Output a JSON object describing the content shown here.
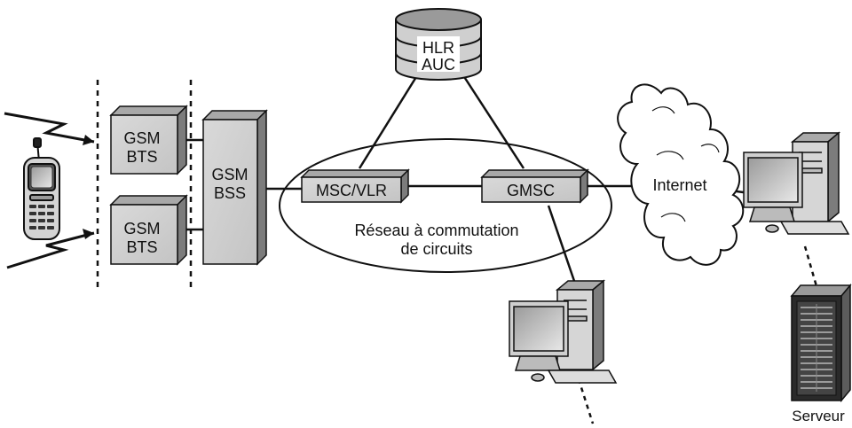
{
  "diagram": {
    "bts_top": {
      "line1": "GSM",
      "line2": "BTS"
    },
    "bts_bottom": {
      "line1": "GSM",
      "line2": "BTS"
    },
    "bss": {
      "line1": "GSM",
      "line2": "BSS"
    },
    "hlr": {
      "line1": "HLR",
      "line2": "AUC"
    },
    "msc": {
      "label": "MSC/VLR"
    },
    "gmsc": {
      "label": "GMSC"
    },
    "network": {
      "line1": "Réseau à commutation",
      "line2": "de circuits"
    },
    "internet": {
      "label": "Internet"
    },
    "server": {
      "label": "Serveur"
    }
  }
}
